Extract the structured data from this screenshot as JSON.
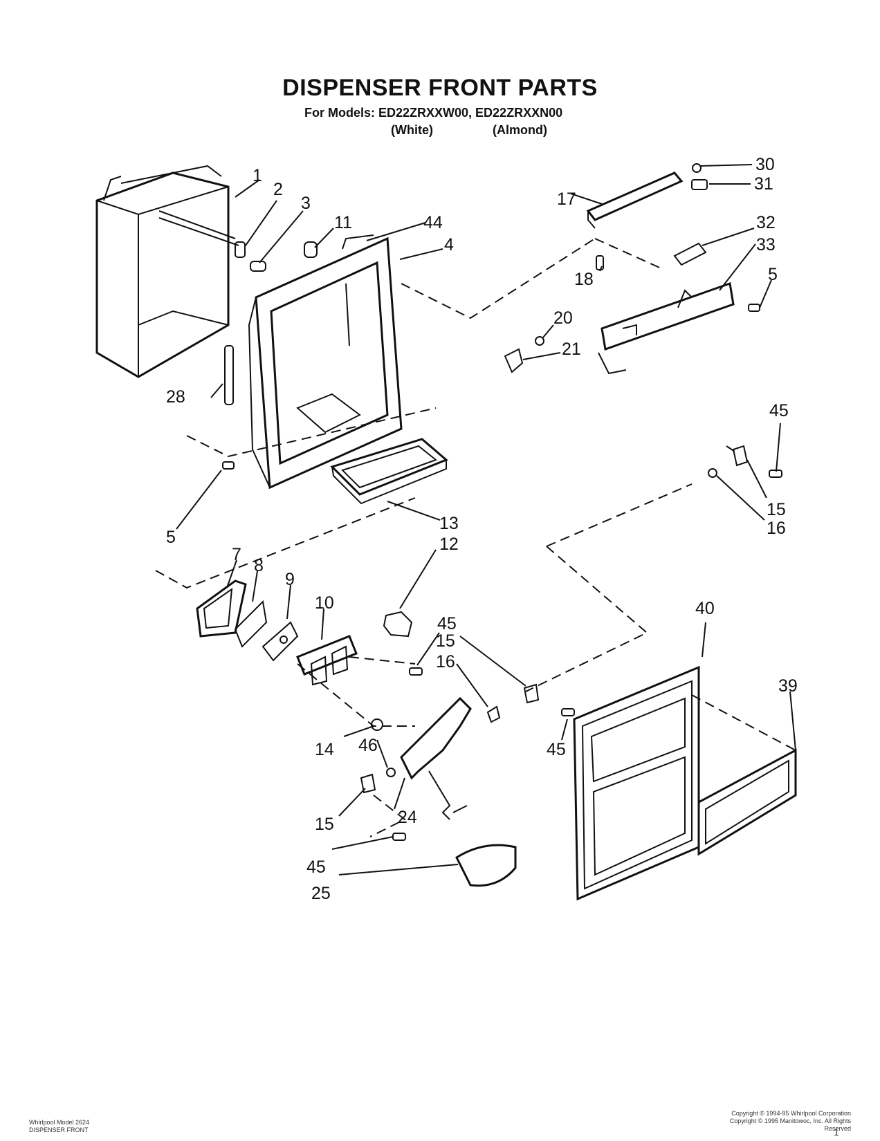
{
  "header": {
    "title": "DISPENSER FRONT PARTS",
    "models_line": "For Models: ED22ZRXXW00, ED22ZRXXN00",
    "color_white": "(White)",
    "color_almond": "(Almond)"
  },
  "callouts": [
    {
      "id": "c1",
      "label": "1"
    },
    {
      "id": "c2",
      "label": "2"
    },
    {
      "id": "c3",
      "label": "3"
    },
    {
      "id": "c11",
      "label": "11"
    },
    {
      "id": "c44",
      "label": "44"
    },
    {
      "id": "c4",
      "label": "4"
    },
    {
      "id": "c28",
      "label": "28"
    },
    {
      "id": "c5a",
      "label": "5"
    },
    {
      "id": "c13",
      "label": "13"
    },
    {
      "id": "c12",
      "label": "12"
    },
    {
      "id": "c7",
      "label": "7"
    },
    {
      "id": "c8",
      "label": "8"
    },
    {
      "id": "c9",
      "label": "9"
    },
    {
      "id": "c10",
      "label": "10"
    },
    {
      "id": "c45a",
      "label": "45"
    },
    {
      "id": "c15a",
      "label": "15"
    },
    {
      "id": "c16a",
      "label": "16"
    },
    {
      "id": "c14",
      "label": "14"
    },
    {
      "id": "c46",
      "label": "46"
    },
    {
      "id": "c45b",
      "label": "45"
    },
    {
      "id": "c24",
      "label": "24"
    },
    {
      "id": "c15b",
      "label": "15"
    },
    {
      "id": "c45c",
      "label": "45"
    },
    {
      "id": "c25",
      "label": "25"
    },
    {
      "id": "c30",
      "label": "30"
    },
    {
      "id": "c31",
      "label": "31"
    },
    {
      "id": "c17",
      "label": "17"
    },
    {
      "id": "c32",
      "label": "32"
    },
    {
      "id": "c33",
      "label": "33"
    },
    {
      "id": "c18",
      "label": "18"
    },
    {
      "id": "c5b",
      "label": "5"
    },
    {
      "id": "c20",
      "label": "20"
    },
    {
      "id": "c21",
      "label": "21"
    },
    {
      "id": "c45d",
      "label": "45"
    },
    {
      "id": "c15c",
      "label": "15"
    },
    {
      "id": "c16b",
      "label": "16"
    },
    {
      "id": "c40",
      "label": "40"
    },
    {
      "id": "c39",
      "label": "39"
    }
  ],
  "footer": {
    "left_line1": "Whirlpool Model 2624",
    "left_line2": "DISPENSER FRONT",
    "right_line1": "Copyright © 1994-95 Whirlpool Corporation",
    "right_line2": "Copyright © 1995 Manitowoc, Inc. All Rights Reserved",
    "page_mark": "1"
  }
}
